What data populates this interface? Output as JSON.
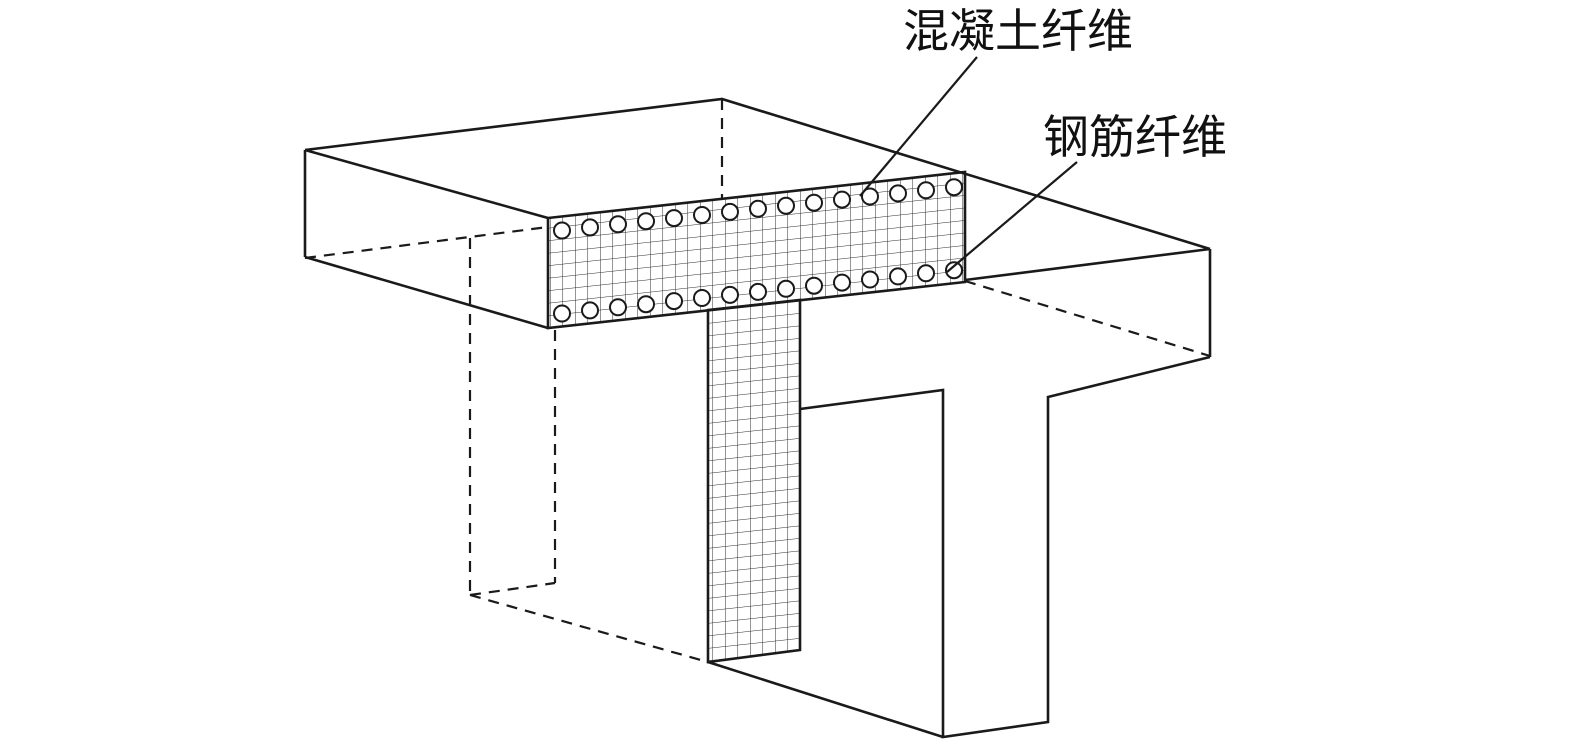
{
  "figure": {
    "type": "engineering-line-diagram",
    "description_labels": {
      "concrete_fiber": "混凝土纤维",
      "steel_fiber": "钢筋纤维"
    },
    "colors": {
      "line": "#1a1a1a",
      "background": "#ffffff"
    }
  }
}
